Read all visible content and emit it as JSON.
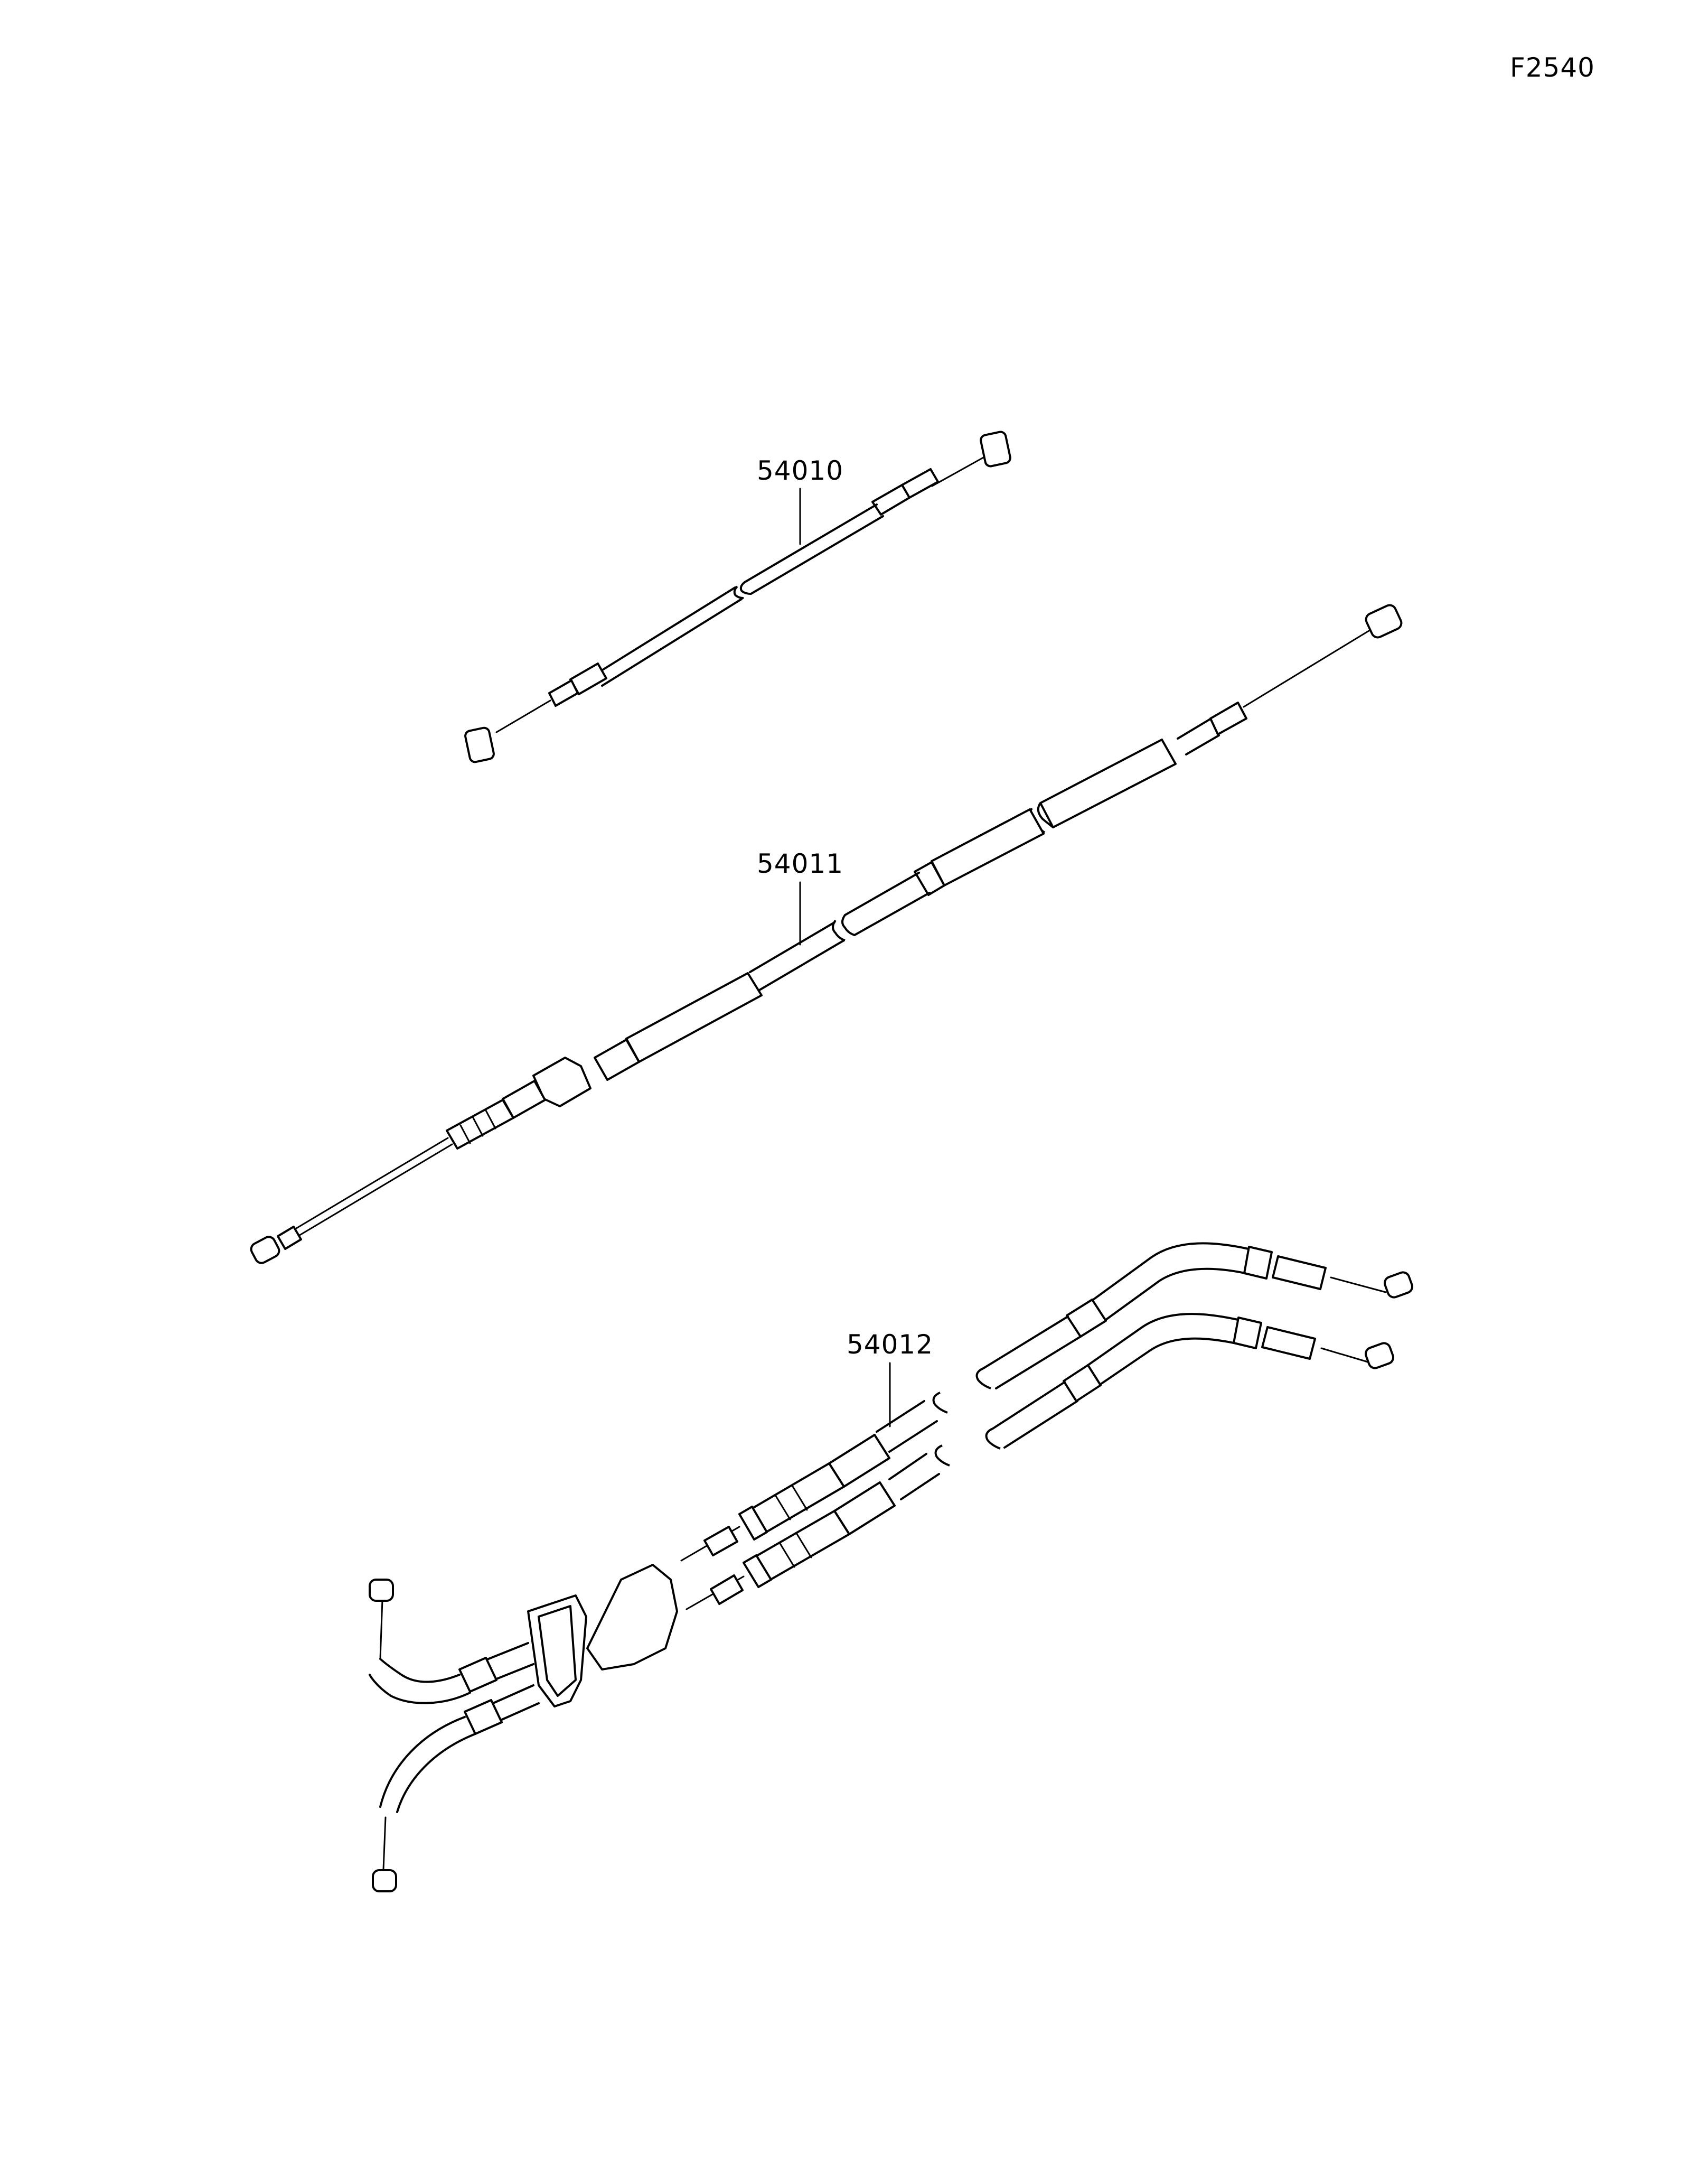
{
  "diagram_code": "F2540",
  "parts": [
    {
      "number": "54010"
    },
    {
      "number": "54011"
    },
    {
      "number": "54012"
    }
  ]
}
